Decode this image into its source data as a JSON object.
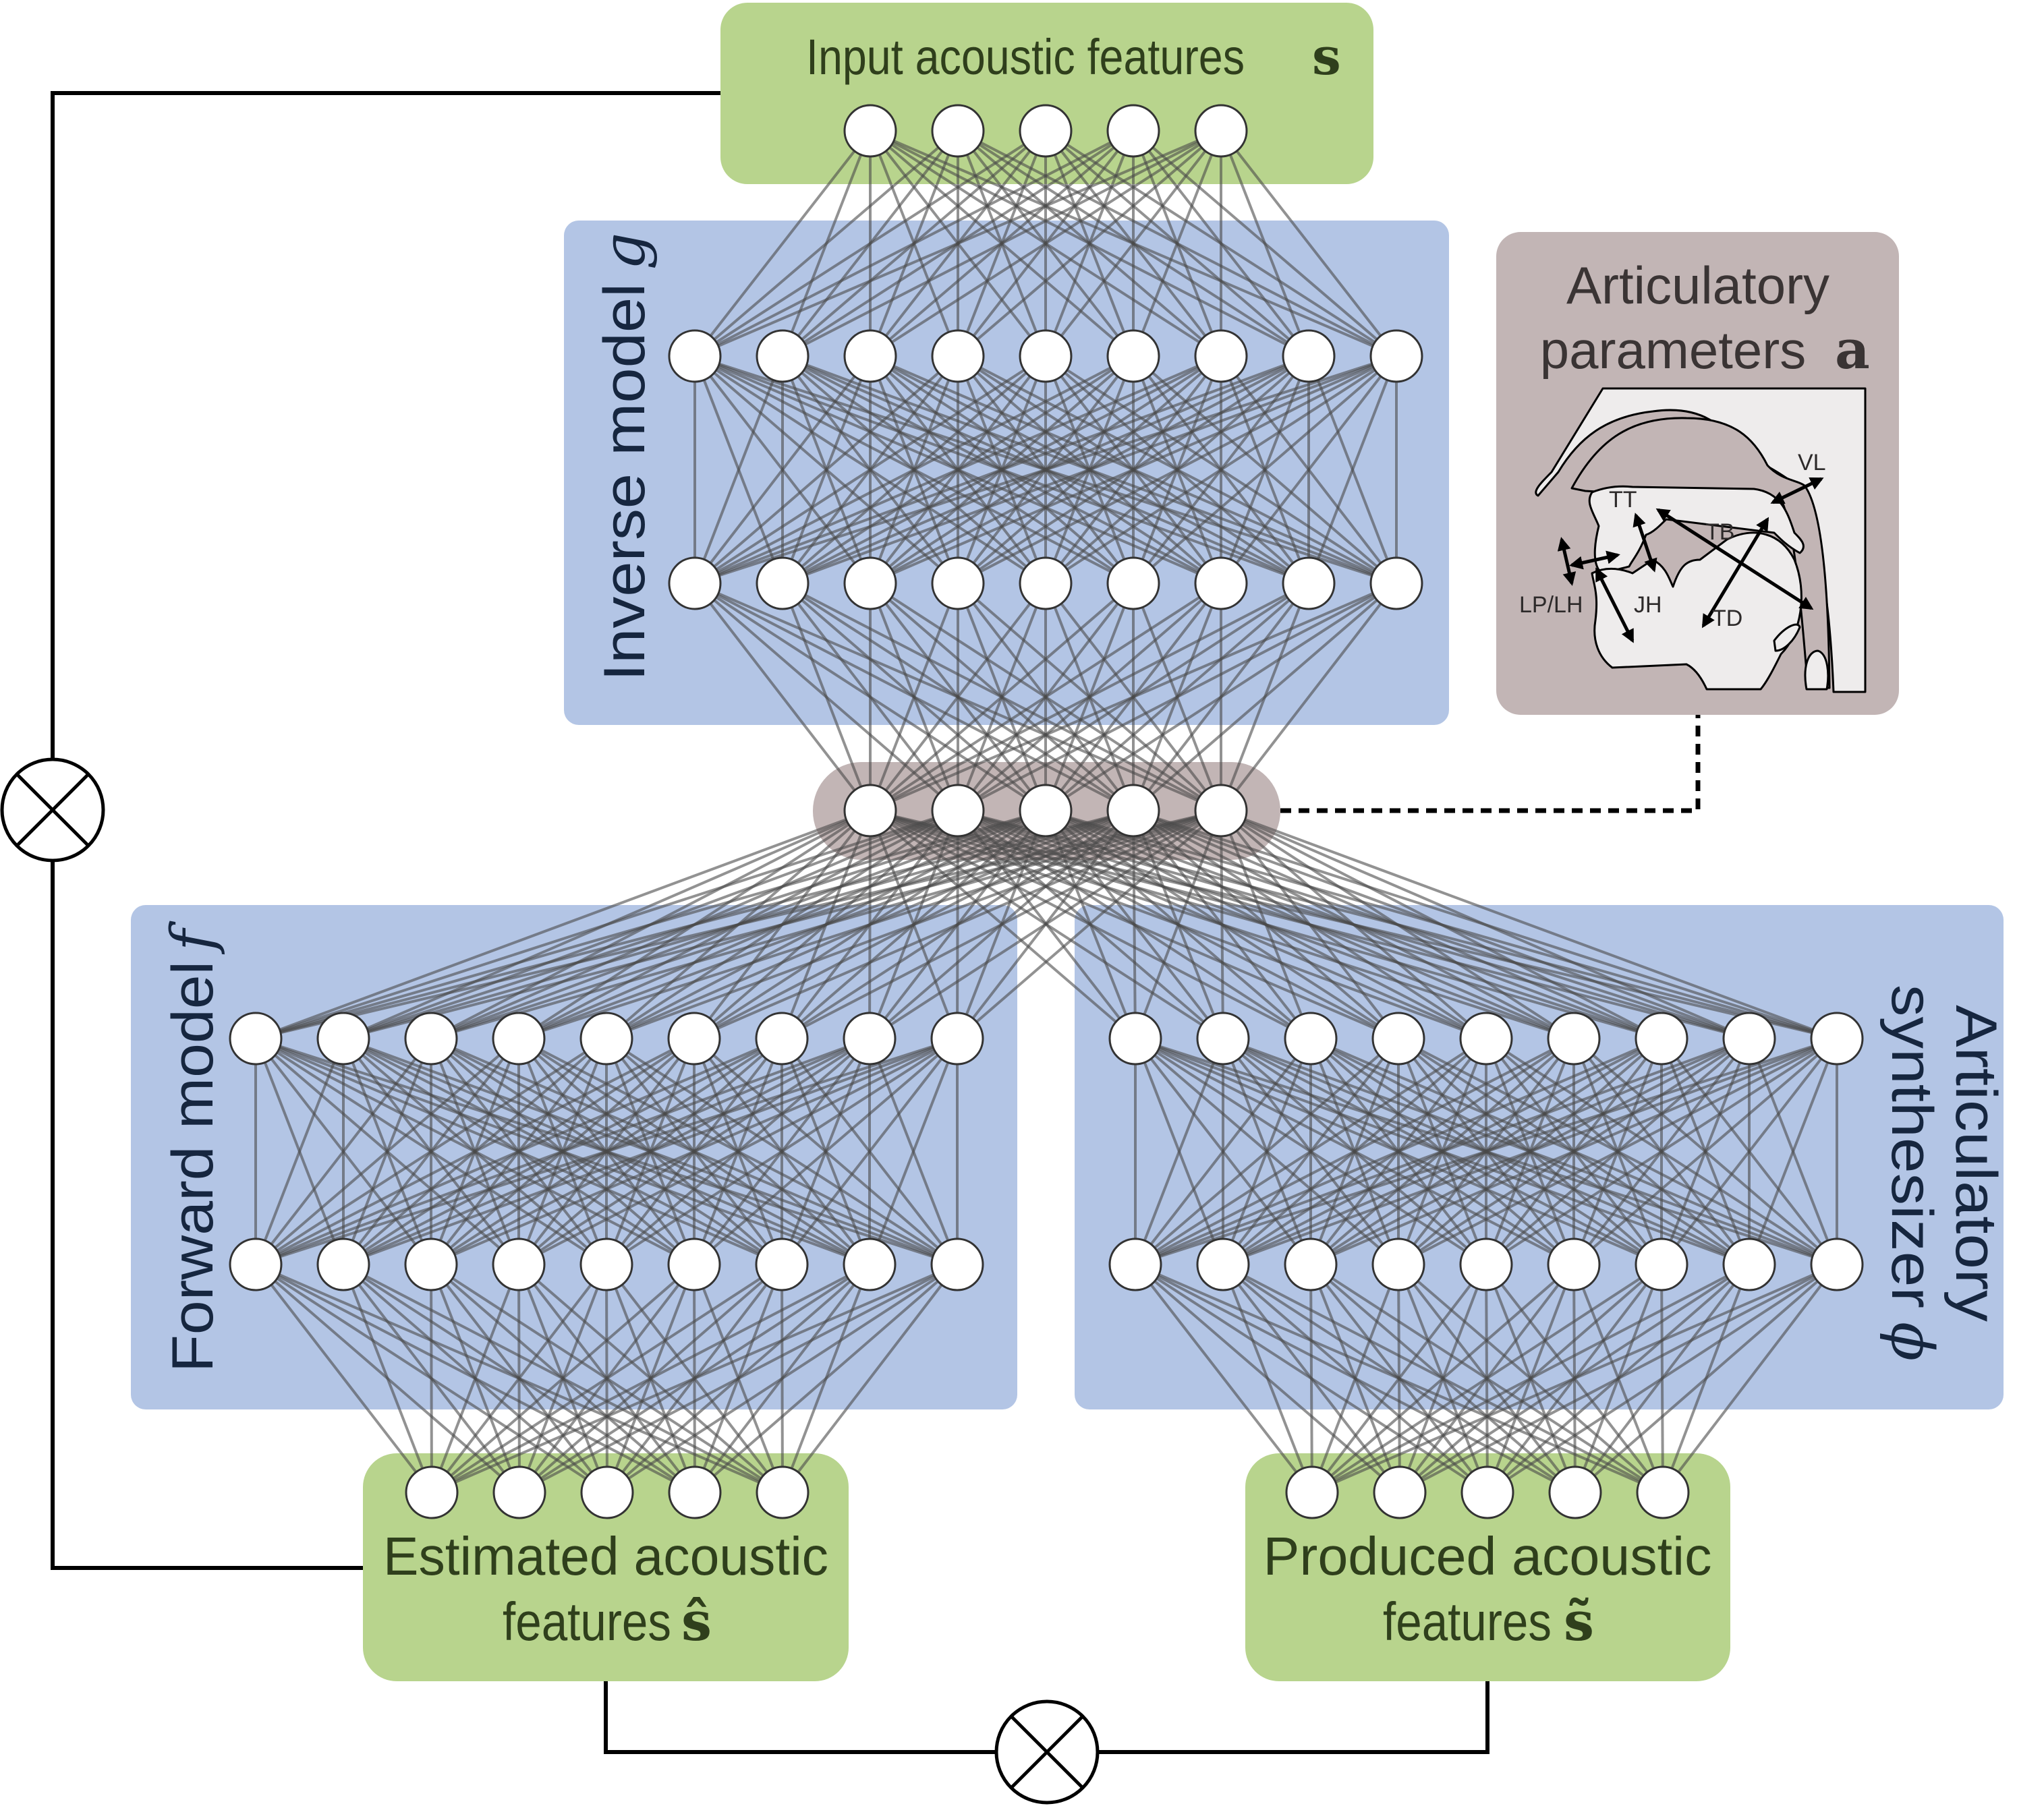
{
  "colors": {
    "acoustic_box": "#b8d48d",
    "acoustic_text": "#2f3f1c",
    "model_box": "#b3c5e5",
    "model_text": "#16263f",
    "articulatory_box": "#c2b5b5",
    "articulatory_text": "#3a3434",
    "vocal_tract_fill": "#eeecec",
    "edge": "#4a4a4a",
    "node_fill": "#ffffff",
    "node_stroke": "#333333",
    "loop": "#000000"
  },
  "blocks": {
    "input": {
      "title": "Input acoustic features",
      "symbol": "s",
      "nodes": 5
    },
    "inverse_model": {
      "title": "Inverse model",
      "symbol": "g",
      "layers": [
        9,
        9
      ]
    },
    "articulatory_parameters": {
      "title_line1": "Articulatory",
      "title_line2": "parameters",
      "symbol": "a",
      "nodes": 5,
      "vocal_tract_labels": [
        "VL",
        "TT",
        "TB",
        "LP/LH",
        "JH",
        "TD"
      ]
    },
    "forward_model": {
      "title": "Forward model",
      "symbol": "f",
      "layers": [
        9,
        9
      ]
    },
    "articulatory_synthesizer": {
      "title_line1": "Articulatory",
      "title_line2": "synthesizer",
      "symbol": "ϕ",
      "layers": [
        9,
        9
      ]
    },
    "estimated": {
      "title_line1": "Estimated acoustic",
      "title_line2": "features",
      "symbol": "ŝ",
      "nodes": 5
    },
    "produced": {
      "title_line1": "Produced acoustic",
      "title_line2": "features",
      "symbol": "s̃",
      "nodes": 5
    }
  },
  "operators": [
    {
      "name": "loss-comparator-left",
      "symbol": "⊗"
    },
    {
      "name": "loss-comparator-bottom",
      "symbol": "⊗"
    }
  ]
}
